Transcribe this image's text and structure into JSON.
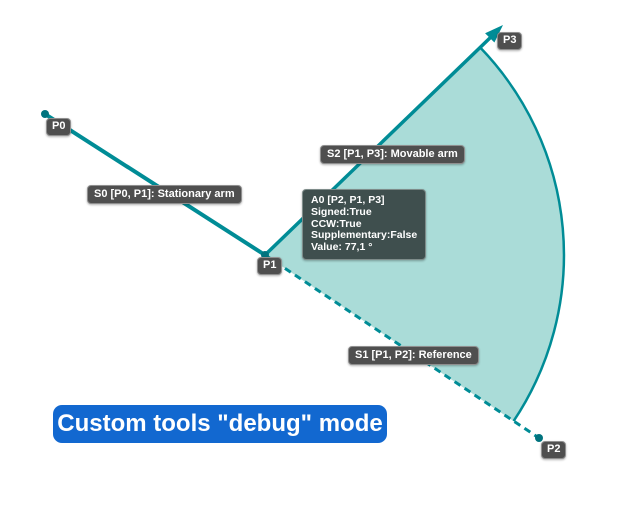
{
  "colors": {
    "teal_line": "#008c96",
    "point_dot": "#00737e",
    "sector_fill": "#aadcd8",
    "label_bg": "#4f4f4f",
    "info_bg": "#3f4f4e",
    "banner_bg": "#1268d0",
    "text": "#ffffff"
  },
  "points": {
    "p0": {
      "label": "P0"
    },
    "p1": {
      "label": "P1"
    },
    "p2": {
      "label": "P2"
    },
    "p3": {
      "label": "P3"
    }
  },
  "segments": {
    "s0": {
      "label": "S0 [P0, P1]: Stationary arm"
    },
    "s1": {
      "label": "S1 [P1, P2]: Reference"
    },
    "s2": {
      "label": "S2 [P1, P3]: Movable arm"
    }
  },
  "angle_tooltip": {
    "title": "A0 [P2, P1, P3]",
    "signed": "Signed:True",
    "ccw": "CCW:True",
    "supplementary": "Supplementary:False",
    "value": "Value: 77,1 °"
  },
  "banner": {
    "text": "Custom tools \"debug\" mode"
  }
}
